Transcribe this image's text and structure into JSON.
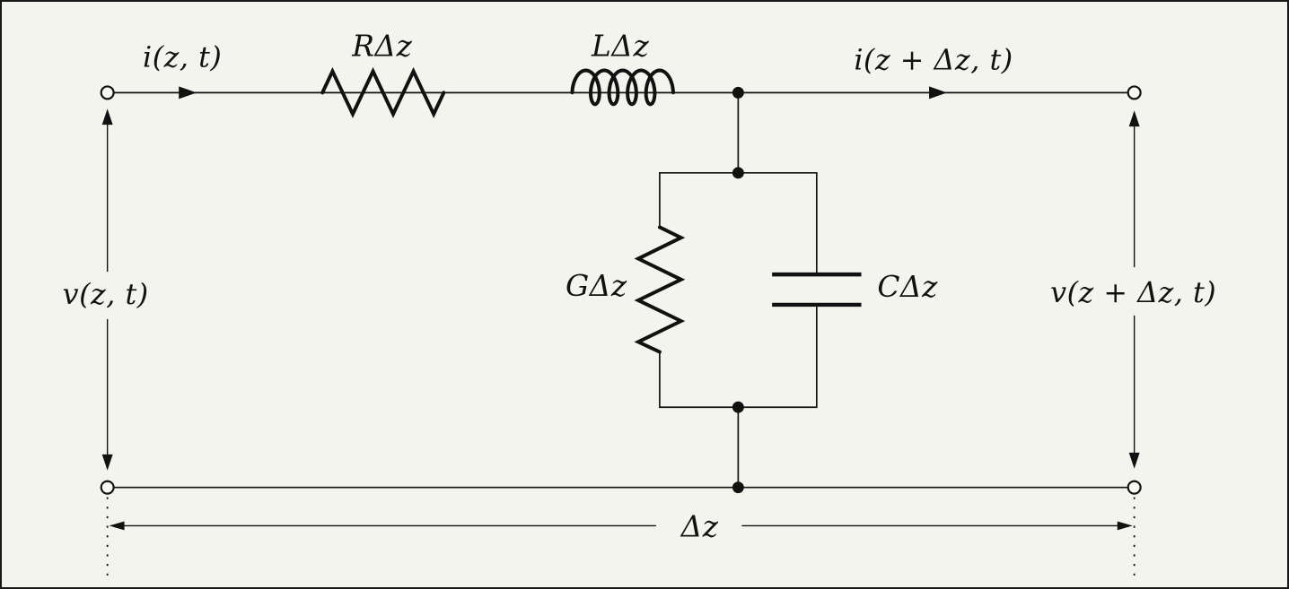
{
  "colors": {
    "background": "#f4f4ef",
    "line": "#111111"
  },
  "labels": {
    "current_left": "i(z, t)",
    "resistor": "RΔz",
    "inductor": "LΔz",
    "current_right": "i(z + Δz, t)",
    "voltage_left": "v(z, t)",
    "conductance": "GΔz",
    "capacitor": "CΔz",
    "voltage_right": "v(z + Δz, t)",
    "length": "Δz"
  }
}
